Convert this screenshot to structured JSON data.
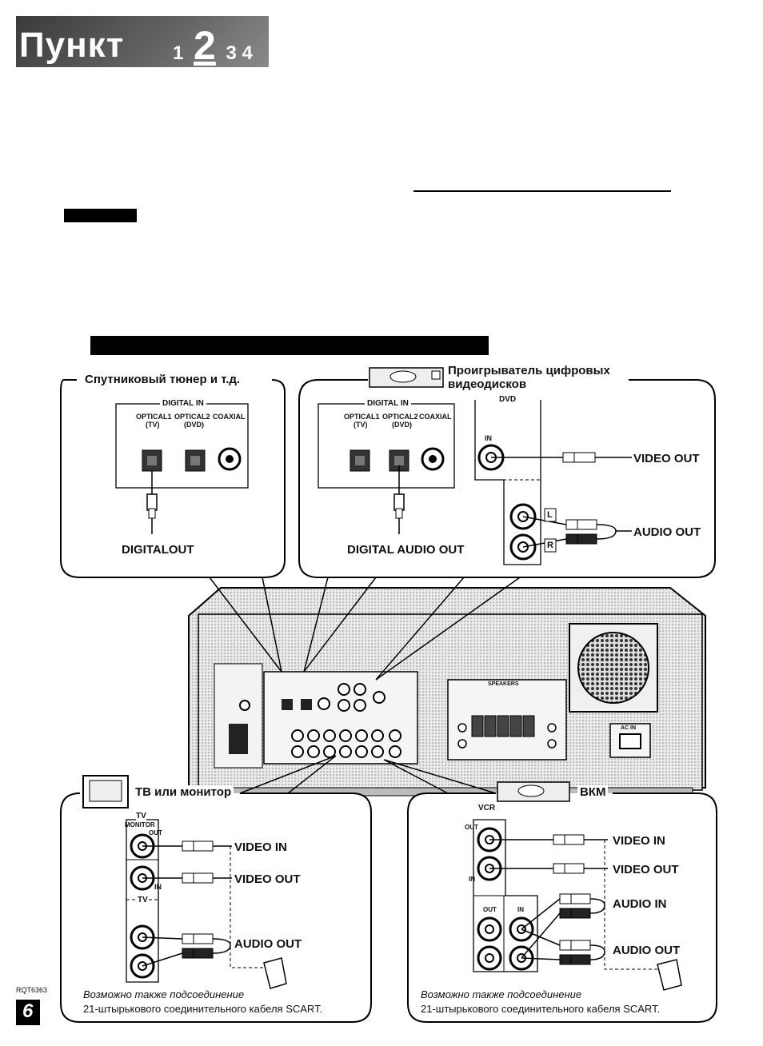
{
  "header": {
    "title": "Пункт",
    "step_1": "1",
    "step_current": "2",
    "step_3": "3",
    "step_4": "4"
  },
  "panel_sat": {
    "title": "Спутниковый тюнер и т.д.",
    "digital_in": "DIGITAL IN",
    "optical1": "OPTICAL1",
    "optical1_sub": "(TV)",
    "optical2": "OPTICAL2",
    "optical2_sub": "(DVD)",
    "coaxial": "COAXIAL",
    "output": "DIGITALOUT"
  },
  "panel_dvd": {
    "title_line1": "Проигрыватель цифровых",
    "title_line2": "видеодисков",
    "digital_in": "DIGITAL IN",
    "optical1": "OPTICAL1",
    "optical1_sub": "(TV)",
    "optical2": "OPTICAL2",
    "optical2_sub": "(DVD)",
    "coaxial": "COAXIAL",
    "output": "DIGITAL AUDIO OUT",
    "group": "DVD",
    "in_label": "IN",
    "video_out": "VIDEO OUT",
    "audio_out": "AUDIO OUT",
    "left": "L",
    "right": "R"
  },
  "receiver": {
    "speakers": "SPEAKERS",
    "ac_in": "AC IN"
  },
  "panel_tv": {
    "title": "ТВ или монитор",
    "group": "TV",
    "monitor": "MONITOR",
    "out": "OUT",
    "in_label": "IN",
    "tv": "TV",
    "video_in": "VIDEO IN",
    "video_out": "VIDEO OUT",
    "audio_out": "AUDIO OUT",
    "note_line1": "Возможно также подсоединение",
    "note_line2": "21-штырькового соединительного кабеля SCART."
  },
  "panel_vcr": {
    "title": "ВКМ",
    "group": "VCR",
    "out": "OUT",
    "in_label": "IN",
    "video_in": "VIDEO IN",
    "video_out": "VIDEO OUT",
    "audio_in": "AUDIO IN",
    "audio_out": "AUDIO OUT",
    "note_line1": "Возможно также подсоединение",
    "note_line2": "21-штырькового соединительного кабеля SCART."
  },
  "footer": {
    "doc_code": "RQT6363",
    "page_number": "6"
  }
}
